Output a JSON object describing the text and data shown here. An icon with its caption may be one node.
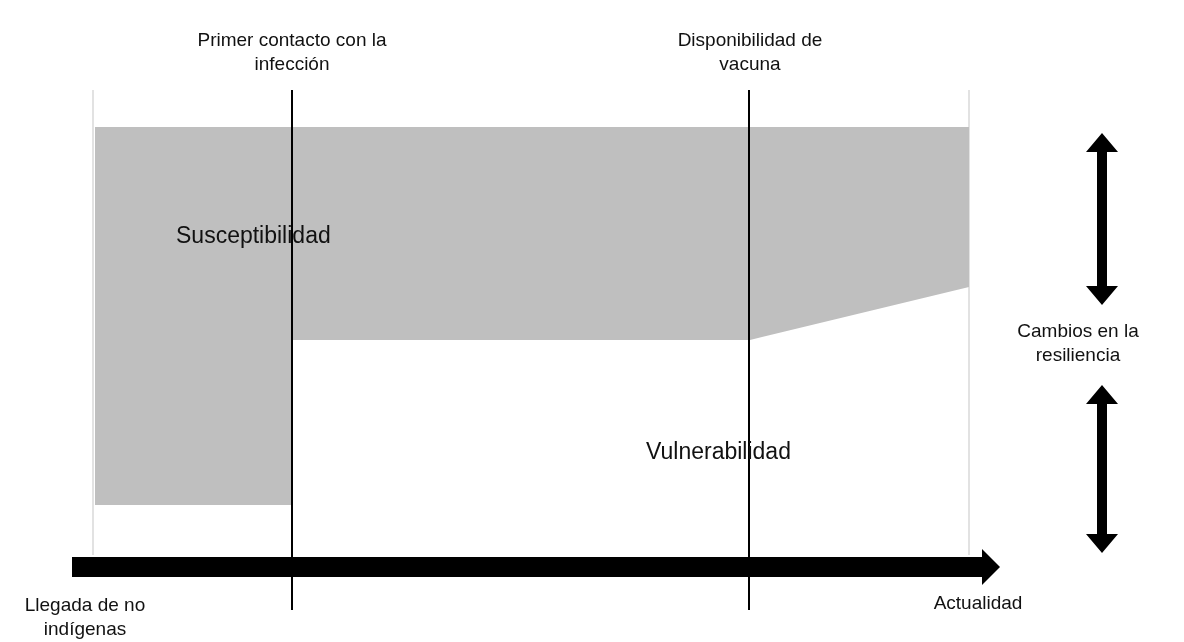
{
  "diagram": {
    "labels": [
      "Primer contacto con la infección",
      "Disponibilidad de vacuna",
      "Susceptibilidad",
      "Cambios en la resiliencia",
      "Vulnerabilidad",
      "Llegada de no indígenas",
      "Actualidad"
    ]
  }
}
